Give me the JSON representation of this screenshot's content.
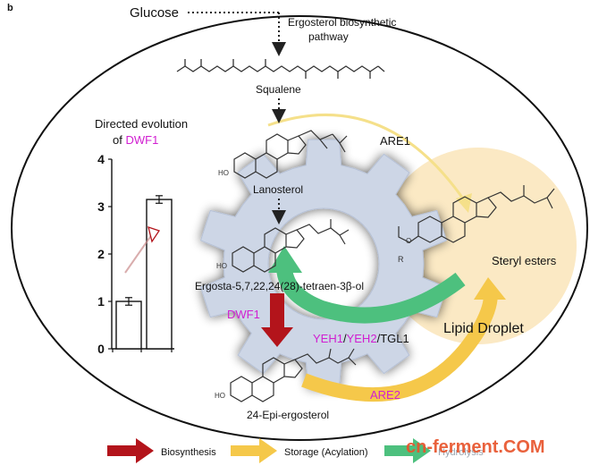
{
  "panel_label": "b",
  "glucose": "Glucose",
  "pathway_label": [
    "Ergosterol biosynthetic",
    "pathway"
  ],
  "compounds": {
    "squalene": "Squalene",
    "lanosterol": "Lanosterol",
    "ergosta": "Ergosta-5,7,22,24(28)-tetraen-3β-ol",
    "epi_ergosterol": "24-Epi-ergosterol",
    "steryl_esters": "Steryl esters"
  },
  "atom_labels": {
    "ho": "HO",
    "r": "R",
    "o": "O"
  },
  "enzymes": {
    "are1": "ARE1",
    "are2": "ARE2",
    "dwf1": "DWF1",
    "yeh1": "YEH1",
    "yeh2": "YEH2",
    "tgl1": "TGL1",
    "slash": "/"
  },
  "lipid_droplet": "Lipid Droplet",
  "chart_title": [
    "Directed evolution",
    "of "
  ],
  "chart_title_highlight": "DWF1",
  "chart_data": {
    "type": "bar",
    "categories": [
      "",
      ""
    ],
    "values": [
      1.0,
      3.15
    ],
    "errors": [
      0.08,
      0.08
    ],
    "ylim": [
      0,
      4
    ],
    "yticks": [
      "0",
      "1",
      "2",
      "3",
      "4"
    ],
    "title": "Directed evolution of DWF1",
    "xlabel": "",
    "ylabel": ""
  },
  "legend": [
    {
      "label": "Biosynthesis",
      "color": "#b3141b"
    },
    {
      "label": "Storage (Acylation)",
      "color": "#f5c84a"
    },
    {
      "label": "Hydrolysis",
      "color": "#4dc07e"
    }
  ],
  "watermark": "cn-ferment.COM",
  "colors": {
    "magenta": "#d11ed1",
    "gear": "#cdd6e6",
    "droplet": "#fbe9c4",
    "red": "#b3141b",
    "yellow": "#f5c84a",
    "green": "#4dc07e"
  }
}
